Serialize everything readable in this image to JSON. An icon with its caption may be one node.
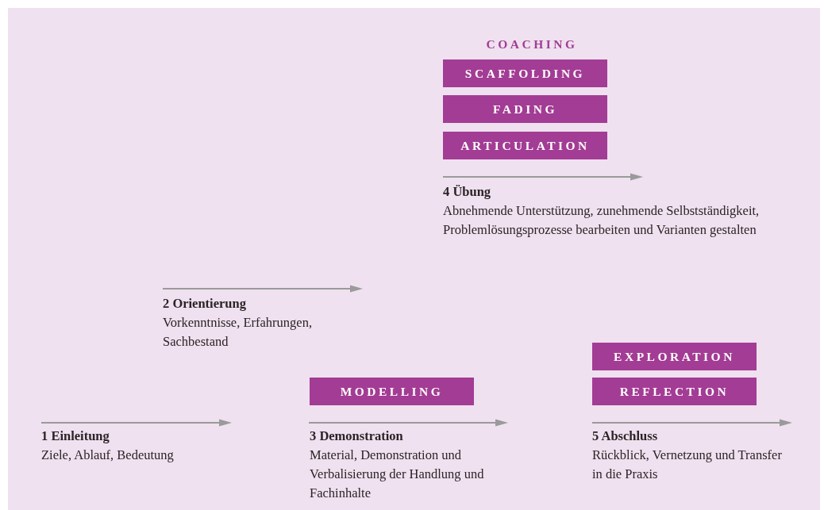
{
  "diagram": {
    "nodes": [
      {
        "text": [
          "SCAFFOLDING"
        ]
      },
      {
        "text": [
          "FADING"
        ]
      },
      {
        "text": [
          "ARTICULATION"
        ]
      },
      {
        "text": [
          "EXPLORATION"
        ]
      },
      {
        "text": [
          "MODELLING"
        ]
      },
      {
        "text": [
          "REFLECTION"
        ]
      }
    ],
    "labels": [
      "COACHING",
      "4 Übung",
      "Abnehmende Unterstützung, zunehmende Selbstständigkeit, Problemlösungsprozesse bearbeiten und Varianten gestalten",
      "2 Orientierung",
      "Vorkenntnisse, Erfahrungen, Sachbestand",
      "1 Einleitung",
      "Ziele, Ablauf, Bedeutung",
      "3 Demonstration",
      "Material, Demonstration und Verbalisierung der Handlung und Fachinhalte",
      "5 Abschluss",
      "Rückblick, Vernetzung und Transfer in die Praxis"
    ]
  }
}
